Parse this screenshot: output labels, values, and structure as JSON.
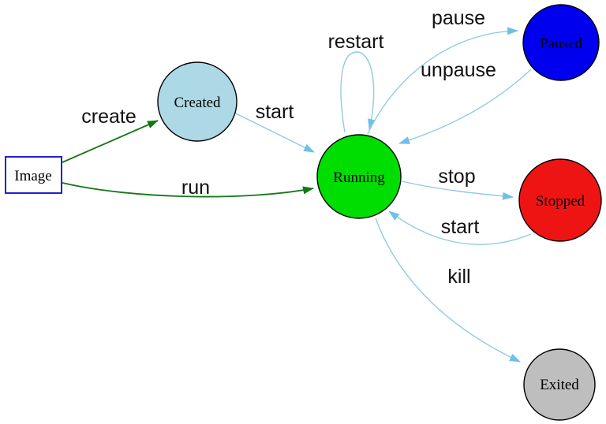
{
  "diagram": {
    "kind": "state-transition-diagram",
    "background": "#FFFFFF"
  },
  "colors": {
    "edge_blue": "#8FCBE8",
    "edge_blue_arrow": "#6FC0E6",
    "edge_green": "#147814",
    "node_outline": "#000000",
    "image_box_border": "#2222CC",
    "label_text": "#111111"
  },
  "nodes": {
    "image": {
      "label": "Image",
      "shape": "rectangle",
      "fill": "#FFFFFF"
    },
    "created": {
      "label": "Created",
      "shape": "circle",
      "fill": "#ADD8E6"
    },
    "running": {
      "label": "Running",
      "shape": "circle",
      "fill": "#00DD00"
    },
    "paused": {
      "label": "Paused",
      "shape": "circle",
      "fill": "#0000EE"
    },
    "stopped": {
      "label": "Stopped",
      "shape": "circle",
      "fill": "#EE1414"
    },
    "exited": {
      "label": "Exited",
      "shape": "circle",
      "fill": "#BEBEBE"
    }
  },
  "edges": {
    "create": {
      "label": "create",
      "from": "Image",
      "to": "Created"
    },
    "run": {
      "label": "run",
      "from": "Image",
      "to": "Running"
    },
    "start_created": {
      "label": "start",
      "from": "Created",
      "to": "Running"
    },
    "restart": {
      "label": "restart",
      "from": "Running",
      "to": "Running"
    },
    "pause": {
      "label": "pause",
      "from": "Running",
      "to": "Paused"
    },
    "unpause": {
      "label": "unpause",
      "from": "Paused",
      "to": "Running"
    },
    "stop": {
      "label": "stop",
      "from": "Running",
      "to": "Stopped"
    },
    "start_stopped": {
      "label": "start",
      "from": "Stopped",
      "to": "Running"
    },
    "kill": {
      "label": "kill",
      "from": "Running",
      "to": "Exited"
    }
  }
}
